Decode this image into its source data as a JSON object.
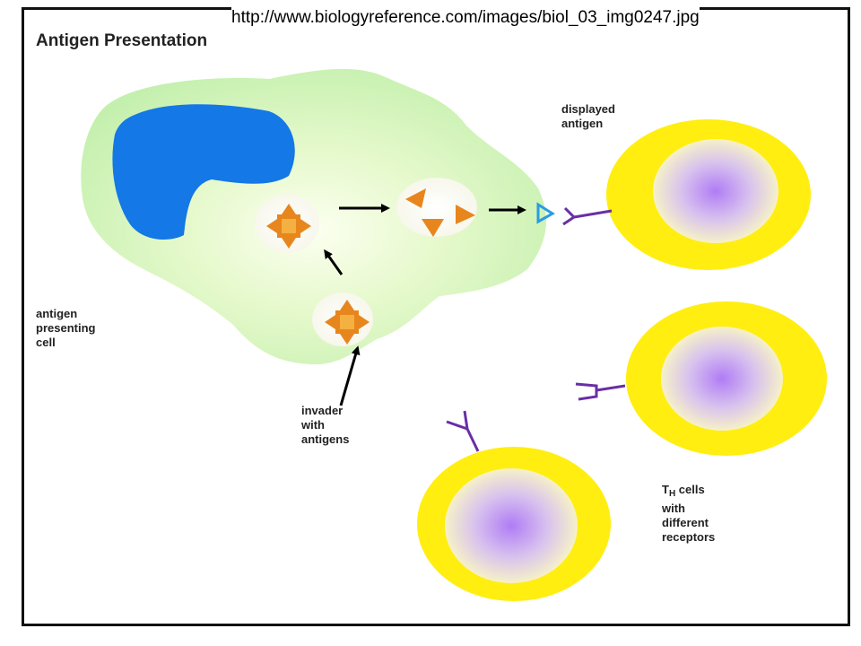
{
  "source_url": "http://www.biologyreference.com/images/biol_03_img0247.jpg",
  "title": "Antigen Presentation",
  "labels": {
    "displayed_antigen": [
      "displayed",
      "antigen"
    ],
    "apc": [
      "antigen",
      "presenting",
      "cell"
    ],
    "invader": [
      "invader",
      "with",
      "antigens"
    ],
    "th_cells_prefix": "T",
    "th_cells_sub": "H",
    "th_cells_line1_rest": " cells",
    "th_cells_rest": [
      "with",
      "different",
      "receptors"
    ]
  },
  "icons": {
    "nucleus": "nucleus-shape",
    "antigen": "orange-diamond-antigen",
    "fragments": "orange-triangle-fragments",
    "arrow": "black-arrow",
    "receptor": "purple-y-receptor",
    "t_cell": "yellow-ring-cell"
  },
  "colors": {
    "cell_body": "#c8f2b4",
    "nucleus": "#1478e6",
    "antigen": "#e8861e",
    "displayed_antigen": "#2a9ce0",
    "receptor": "#6a2ea6",
    "t_cell_ring": "#ffee10",
    "t_cell_core": "#b37ff0"
  }
}
